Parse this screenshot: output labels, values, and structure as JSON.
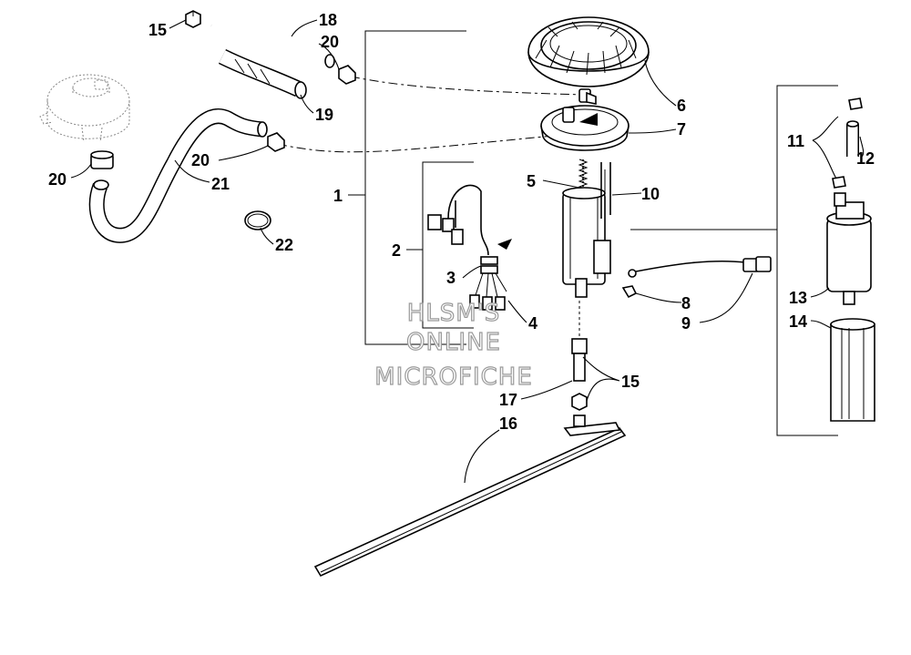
{
  "callouts": {
    "c1": "1",
    "c2": "2",
    "c3": "3",
    "c4": "4",
    "c5": "5",
    "c6": "6",
    "c7": "7",
    "c8": "8",
    "c9": "9",
    "c10": "10",
    "c11": "11",
    "c12": "12",
    "c13": "13",
    "c14": "14",
    "c15a": "15",
    "c15b": "15",
    "c16": "16",
    "c17": "17",
    "c18": "18",
    "c19": "19",
    "c20a": "20",
    "c20b": "20",
    "c20c": "20",
    "c21": "21",
    "c22": "22"
  },
  "watermark": {
    "line1": "HLSM'S",
    "line2": "ONLINE",
    "line3": "MICROFICHE"
  }
}
